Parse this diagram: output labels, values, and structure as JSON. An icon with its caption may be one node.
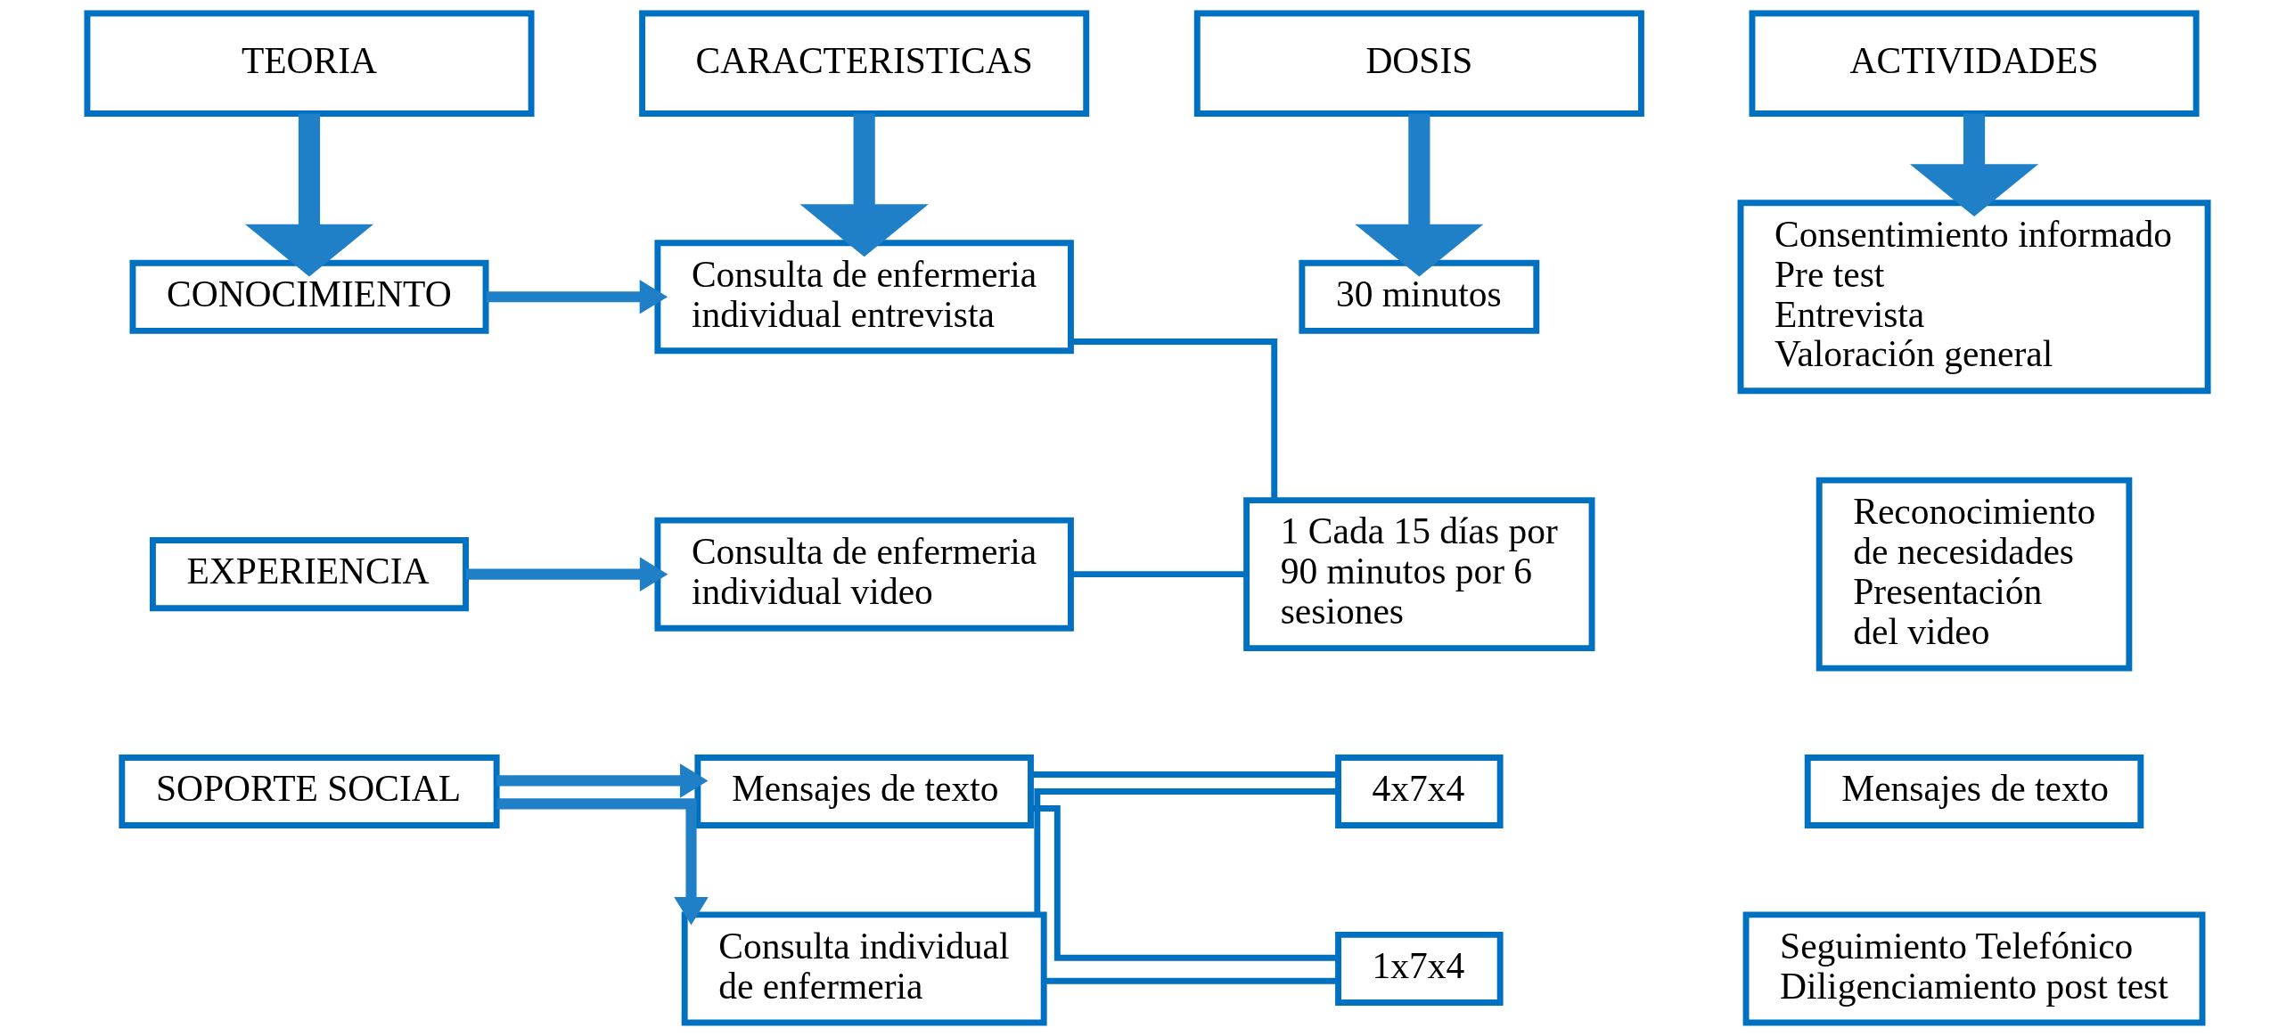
{
  "diagram": {
    "nodes": [
      {
        "text": [
          "TEORIA"
        ]
      },
      {
        "text": [
          "CARACTERISTICAS"
        ]
      },
      {
        "text": [
          "DOSIS"
        ]
      },
      {
        "text": [
          "ACTIVIDADES"
        ]
      },
      {
        "text": [
          "CONOCIMIENTO"
        ]
      },
      {
        "text": [
          "Consulta de enfermeria individual entrevista"
        ]
      },
      {
        "text": [
          "30 minutos"
        ]
      },
      {
        "text": [
          "Consentimiento informado",
          "Pre test",
          "Entrevista",
          "Valoración general"
        ]
      },
      {
        "text": [
          "EXPERIENCIA"
        ]
      },
      {
        "text": [
          "Consulta de enfermeria individual video"
        ]
      },
      {
        "text": [
          "1 Cada 15 días por 90 minutos por 6 sesiones"
        ]
      },
      {
        "text": [
          "Reconocimiento de necesidades",
          "Presentación del video"
        ]
      },
      {
        "text": [
          "SOPORTE SOCIAL"
        ]
      },
      {
        "text": [
          "Mensajes de texto"
        ]
      },
      {
        "text": [
          "4x7x4"
        ]
      },
      {
        "text": [
          "Mensajes de texto"
        ]
      },
      {
        "text": [
          "Consulta individual de enfermeria"
        ]
      },
      {
        "text": [
          "1x7x4"
        ]
      },
      {
        "text": [
          "Seguimiento Telefónico",
          "Diligenciamiento post test"
        ]
      }
    ],
    "edges": [
      {
        "from": 0,
        "to": 4,
        "arrow": "to",
        "style": "thick"
      },
      {
        "from": 1,
        "to": 5,
        "arrow": "to",
        "style": "thick"
      },
      {
        "from": 2,
        "to": 6,
        "arrow": "to",
        "style": "thick"
      },
      {
        "from": 3,
        "to": 7,
        "arrow": "to",
        "style": "thick"
      },
      {
        "from": 4,
        "to": 5,
        "arrow": "to"
      },
      {
        "from": 5,
        "to": 10,
        "arrow": "none"
      },
      {
        "from": 8,
        "to": 9,
        "arrow": "to"
      },
      {
        "from": 9,
        "to": 10,
        "arrow": "none"
      },
      {
        "from": 12,
        "to": 13,
        "arrow": "to"
      },
      {
        "from": 12,
        "to": 16,
        "arrow": "to"
      },
      {
        "from": 13,
        "to": 14,
        "arrow": "none"
      },
      {
        "from": 13,
        "to": 17,
        "arrow": "none"
      },
      {
        "from": 16,
        "to": 14,
        "arrow": "none"
      },
      {
        "from": 16,
        "to": 17,
        "arrow": "none"
      }
    ]
  }
}
